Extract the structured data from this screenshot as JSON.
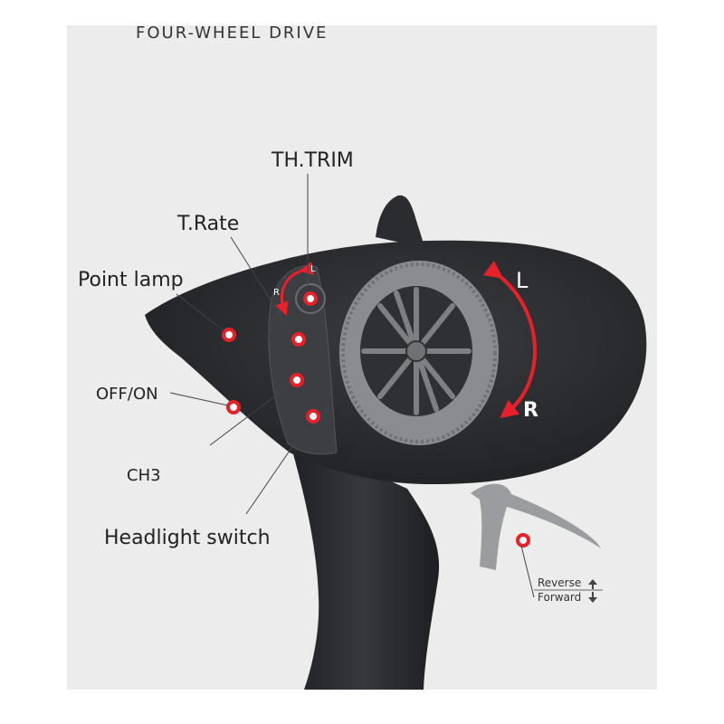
{
  "header": {
    "title": "FOUR-WHEEL DRIVE"
  },
  "callouts": {
    "th_trim": "TH.TRIM",
    "t_rate": "T.Rate",
    "point_lamp": "Point lamp",
    "off_on": "OFF/ON",
    "ch3": "CH3",
    "headlight_switch": "Headlight switch"
  },
  "steering": {
    "left_label": "L",
    "right_label": "R"
  },
  "trim_dial": {
    "left_label": "L",
    "right_label": "R"
  },
  "throttle": {
    "reverse_label": "Reverse",
    "forward_label": "Forward"
  },
  "colors": {
    "accent": "#e8202a",
    "body": "#2b2d30",
    "wheel": "#8a8c8f",
    "trigger": "#9a9ca0",
    "panel": "#eeeeee"
  }
}
